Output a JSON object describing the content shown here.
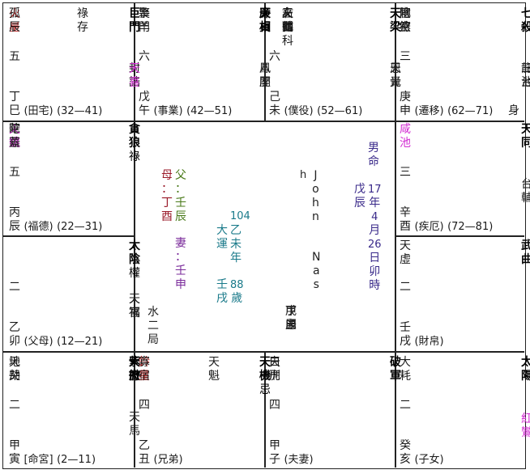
{
  "chart_title": "紫微斗數命盤",
  "colors": {
    "border": "#222222",
    "malefic_red": "#c01818",
    "peach_magenta": "#d22ad2",
    "mother": "#9a1a2a",
    "father": "#4a7a1a",
    "wife": "#7a2a9a",
    "luck_teal": "#1a7a8a",
    "birth_navy": "#3a2a8a"
  },
  "palaces": {
    "si": {
      "minor_left": [
        [
          "火",
          "星"
        ],
        [
          "孤",
          "辰"
        ]
      ],
      "minor_mid": [
        [
          "祿",
          "存"
        ]
      ],
      "main": [
        [
          "巨",
          "門"
        ]
      ],
      "lower_right": [
        [
          "封",
          "誥"
        ],
        [
          "天",
          "喜"
        ]
      ],
      "number": "五",
      "stem": "丁",
      "branch": "巳",
      "palace": "(田宅)",
      "range": "(32—41)"
    },
    "wu": {
      "minor_left": [
        [
          "擎",
          "羊"
        ],
        [
          "喪",
          "門"
        ]
      ],
      "main": [
        [
          "天",
          "相"
        ],
        [
          "廉",
          "貞"
        ]
      ],
      "lower_right": [
        [
          "八",
          "座"
        ],
        [
          "鳳",
          "閣"
        ]
      ],
      "number": "六",
      "stem": "戊",
      "branch": "午",
      "palace": "(事業)",
      "range": "(42—51)"
    },
    "wei": {
      "minor_top": [
        [
          "天",
          "鉞"
        ],
        [
          "右",
          "弼",
          "科"
        ],
        [
          "左",
          "輔"
        ],
        [
          "文",
          "曲"
        ],
        [
          "文",
          "昌"
        ]
      ],
      "main": [
        [
          "天",
          "梁"
        ]
      ],
      "lower_right": [
        [
          "天",
          "貴"
        ],
        [
          "恩",
          "光"
        ]
      ],
      "number": "六",
      "stem": "己",
      "branch": "未",
      "palace": "(僕役)",
      "range": "(52—61)"
    },
    "shen": {
      "minor_left": [
        [
          "地",
          "空"
        ],
        [
          "官",
          "符"
        ],
        [
          "陰",
          "煞"
        ]
      ],
      "main": [
        [
          "七",
          "殺"
        ]
      ],
      "lower_right": [
        [
          "三",
          "台"
        ],
        [
          "龍",
          "池"
        ]
      ],
      "number": "三",
      "stem": "庚",
      "branch": "申",
      "palace": "(遷移)",
      "range": "(62—71)",
      "body_mark": "身"
    },
    "chen": {
      "minor_left": [
        [
          "陀",
          "羅"
        ],
        [
          "天",
          "姚"
        ],
        [
          "華",
          "蓋"
        ]
      ],
      "main": [
        [
          "貪",
          "狼",
          "祿"
        ]
      ],
      "number": "五",
      "stem": "丙",
      "branch": "辰",
      "palace": "(福德)",
      "range": "(22—31)"
    },
    "you": {
      "minor_left": [
        [
          "咸",
          "池"
        ]
      ],
      "main": [
        [
          "天",
          "同"
        ]
      ],
      "lower_right": [
        [
          "台",
          "輔"
        ]
      ],
      "number": "三",
      "stem": "辛",
      "branch": "酉",
      "palace": "(疾厄)",
      "range": "(72—81)"
    },
    "mao": {
      "main": [
        [
          "太",
          "陰",
          "權"
        ]
      ],
      "lower_right": [
        [
          "天",
          "福"
        ],
        [
          "天",
          "官"
        ]
      ],
      "number": "二",
      "stem": "乙",
      "branch": "卯",
      "palace": "(父母)",
      "range": "(12—21)"
    },
    "xu": {
      "minor_left": [
        [
          "天",
          "虛"
        ]
      ],
      "main": [
        [
          "武",
          "曲"
        ]
      ],
      "number": "二",
      "stem": "壬",
      "branch": "戌",
      "palace": "(財帛)",
      "range": ""
    },
    "yin": {
      "minor_left": [
        [
          "地",
          "劫"
        ],
        [
          "天",
          "哭"
        ]
      ],
      "main": [
        [
          "天",
          "府"
        ],
        [
          "紫",
          "微"
        ]
      ],
      "lower_right": [
        [
          "天",
          "馬"
        ]
      ],
      "number": "二",
      "stem": "甲",
      "branch": "寅",
      "palace": "[命宮]",
      "range": "(2—11)"
    },
    "chou": {
      "minor_left": [
        [
          "鈴",
          "星"
        ],
        [
          "寡",
          "宿"
        ]
      ],
      "minor_mid": [
        [
          "天",
          "魁"
        ]
      ],
      "main": [
        [
          "天",
          "機",
          "忌"
        ]
      ],
      "number": "四",
      "stem": "乙",
      "branch": "丑",
      "palace": "(兄弟)",
      "range": ""
    },
    "zi": {
      "minor_left": [
        [
          "天",
          "刑"
        ],
        [
          "白",
          "虎"
        ]
      ],
      "main": [
        [
          "破",
          "軍"
        ]
      ],
      "number": "四",
      "stem": "甲",
      "branch": "子",
      "palace": "(夫妻)",
      "range": ""
    },
    "hai": {
      "minor_left": [
        [
          "大",
          "耗"
        ]
      ],
      "main": [
        [
          "太",
          "陽"
        ]
      ],
      "lower_right": [
        [
          "紅",
          "鸞"
        ]
      ],
      "number": "二",
      "stem": "癸",
      "branch": "亥",
      "palace": "(子女)",
      "range": ""
    }
  },
  "center": {
    "gender": [
      "男",
      "命"
    ],
    "birth_year_ganzhi": [
      "戊",
      "辰"
    ],
    "birth_date": [
      "17",
      "年",
      "4",
      "月",
      "26",
      "日",
      "卯",
      "時"
    ],
    "name_first": [
      "J",
      "o",
      "h",
      "n"
    ],
    "name_last": [
      "N",
      "a",
      "s"
    ],
    "name_prefix": "h",
    "mother": [
      "母",
      "：",
      "丁",
      "酉"
    ],
    "father": [
      "父",
      "：",
      "壬",
      "辰"
    ],
    "wife": [
      "妻",
      "：",
      "壬",
      "申"
    ],
    "luck_label": [
      "大",
      "運"
    ],
    "luck_number": "104",
    "luck_year": [
      "乙",
      "未",
      "年"
    ],
    "luck_ganzhi": [
      "壬",
      "戌"
    ],
    "age": [
      "88",
      "歲"
    ],
    "element_bureau": [
      "水",
      "二",
      "局"
    ],
    "four_pillars_stems": [
      "丁",
      "甲",
      "丁",
      "戊"
    ],
    "four_pillars_branches": [
      "卯",
      "申",
      "巳",
      "辰"
    ]
  }
}
